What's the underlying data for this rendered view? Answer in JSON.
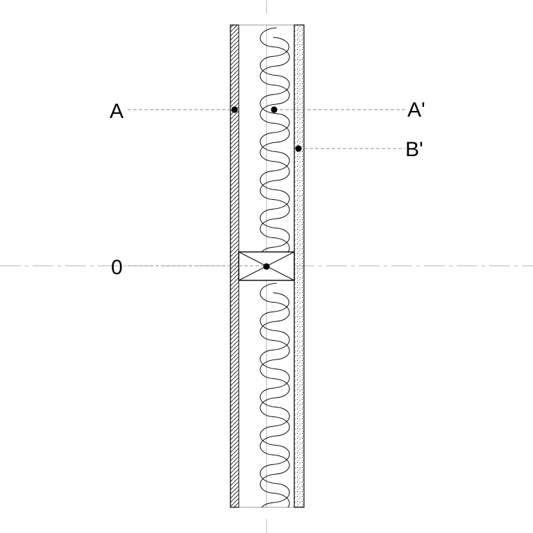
{
  "labels": {
    "a": "A",
    "a_prime": "A'",
    "b_prime": "B'",
    "origin": "0"
  },
  "colors": {
    "line": "#000000",
    "guide": "#b0b0b0",
    "leader": "#8c8c8c",
    "background": "#ffffff"
  }
}
